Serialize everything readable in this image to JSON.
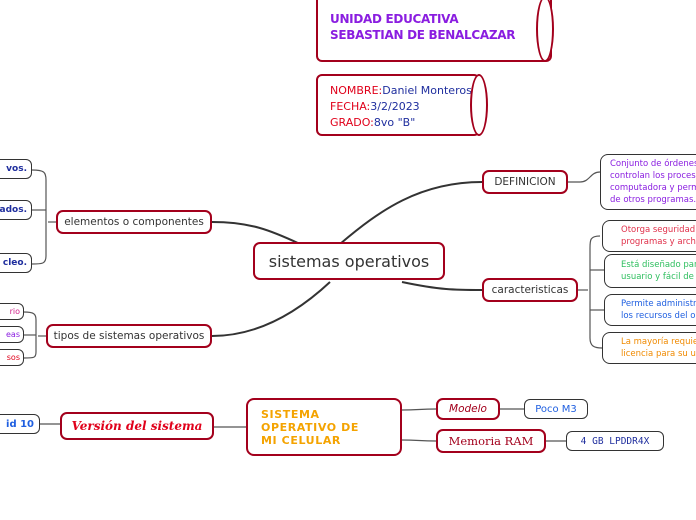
{
  "school": {
    "line1": "UNIDAD EDUCATIVA",
    "line2": "SEBASTIAN DE BENALCAZAR"
  },
  "info": {
    "nombre_label": "NOMBRE:",
    "nombre_value": "Daniel Monteros",
    "fecha_label": "FECHA:",
    "fecha_value": "3/2/2023",
    "grado_label": "GRADO:",
    "grado_value": "8vo \"B\""
  },
  "central": {
    "title": "sistemas operativos"
  },
  "left": {
    "elementos": {
      "label": "elementos o componentes",
      "leaves": [
        "vos.",
        "ados.",
        "cleo."
      ]
    },
    "tipos": {
      "label": "tipos de sistemas operativos",
      "leaves": [
        "rio",
        "eas",
        "sos"
      ]
    }
  },
  "right": {
    "definicion": {
      "label": "DEFINICION",
      "text_lines": [
        "Conjunto de órdenes",
        "controlan los proceso",
        "computadora y permi",
        "de otros programas."
      ]
    },
    "caracteristicas": {
      "label": "caracteristicas",
      "items": [
        {
          "lines": [
            "Otorga seguridad",
            "programas y archiv"
          ],
          "color": "#e0304a"
        },
        {
          "lines": [
            "Está diseñado par",
            "usuario y fácil de u"
          ],
          "color": "#2fbf5f"
        },
        {
          "lines": [
            "Permite administr",
            "los recursos del or"
          ],
          "color": "#1f5fe0"
        },
        {
          "lines": [
            "La mayoría requier",
            "licencia para su us"
          ],
          "color": "#f08a00"
        }
      ]
    }
  },
  "celular": {
    "title_lines": [
      "SISTEMA",
      "OPERATIVO DE",
      "MI CELULAR"
    ],
    "version_label": "Versión del sistema",
    "version_value": "id 10",
    "modelo_label": "Modelo",
    "modelo_value": "Poco M3",
    "ram_label": "Memoria RAM",
    "ram_value": "4 GB LPDDR4X"
  },
  "colors": {
    "branch": "#a3001c",
    "curve": "#333333",
    "purple": "#8a1de0",
    "red": "#e0001a",
    "navy": "#1f2e9e",
    "orange": "#f4a300",
    "blue": "#1f5fe0"
  }
}
